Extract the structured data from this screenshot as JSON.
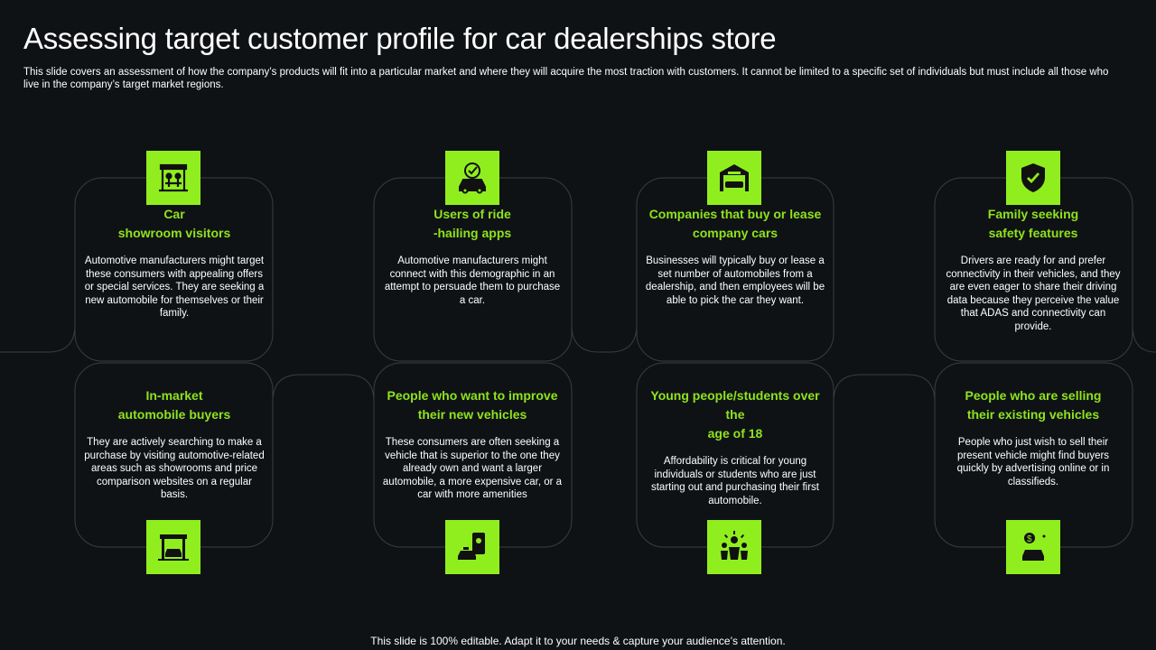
{
  "header": {
    "title": "Assessing target customer profile for car dealerships store",
    "subtitle": "This slide covers an assessment of how the company’s products will fit into a particular market and where they will acquire the most traction with customers. It cannot be limited to a specific set of individuals but must include all those who live in  the company’s target market regions."
  },
  "cards": [
    {
      "title1": "Car",
      "title2": "showroom visitors",
      "body": "Automotive manufacturers might target these consumers with appealing offers or special services. They are seeking a new automobile for themselves or their family.",
      "icon": "car-showroom-icon"
    },
    {
      "title1": "Users of ride",
      "title2": "-hailing apps",
      "body": "Automotive manufacturers might connect with this demographic in an attempt to persuade them to purchase a car.",
      "icon": "ride-hailing-car-icon"
    },
    {
      "title1": "Companies that buy or lease",
      "title2": "company cars",
      "body": "Businesses will typically buy or lease a set number of automobiles from a dealership, and then employees will be able to pick the car they want.",
      "icon": "dealership-garage-icon"
    },
    {
      "title1": "Family seeking",
      "title2": "safety  features",
      "body": "Drivers are ready for and prefer connectivity in their vehicles, and they are even eager to share their driving data because they perceive the value that ADAS  and connectivity can provide.",
      "icon": "safety-shield-icon"
    },
    {
      "title1": "In-market",
      "title2": "automobile buyers",
      "body": "They are actively searching to make a purchase by visiting automotive-related areas such as showrooms and price comparison websites on a regular basis.",
      "icon": "car-market-icon"
    },
    {
      "title1": "People who want to improve",
      "title2": "their new vehicles",
      "body": "These consumers are often seeking a vehicle that is superior to the one they already own and want a larger automobile, a more expensive car, or a car with more amenities",
      "icon": "car-location-icon"
    },
    {
      "title1": "Young people/students over the",
      "title2": "age of 18",
      "body": "Affordability is critical for young individuals or students who are just starting out and purchasing their first automobile.",
      "icon": "young-people-icon"
    },
    {
      "title1": "People who are selling",
      "title2": "their existing vehicles",
      "body": "People who just wish to sell their present vehicle might find buyers quickly by advertising online or in classifieds.",
      "icon": "car-sale-money-icon"
    }
  ],
  "footer": {
    "text": "This slide is 100% editable. Adapt it to your needs & capture your audience’s attention."
  },
  "colors": {
    "accent": "#90ee1f",
    "heading": "#8fe21e",
    "background": "#0f1215",
    "outline": "#3a3d40"
  }
}
